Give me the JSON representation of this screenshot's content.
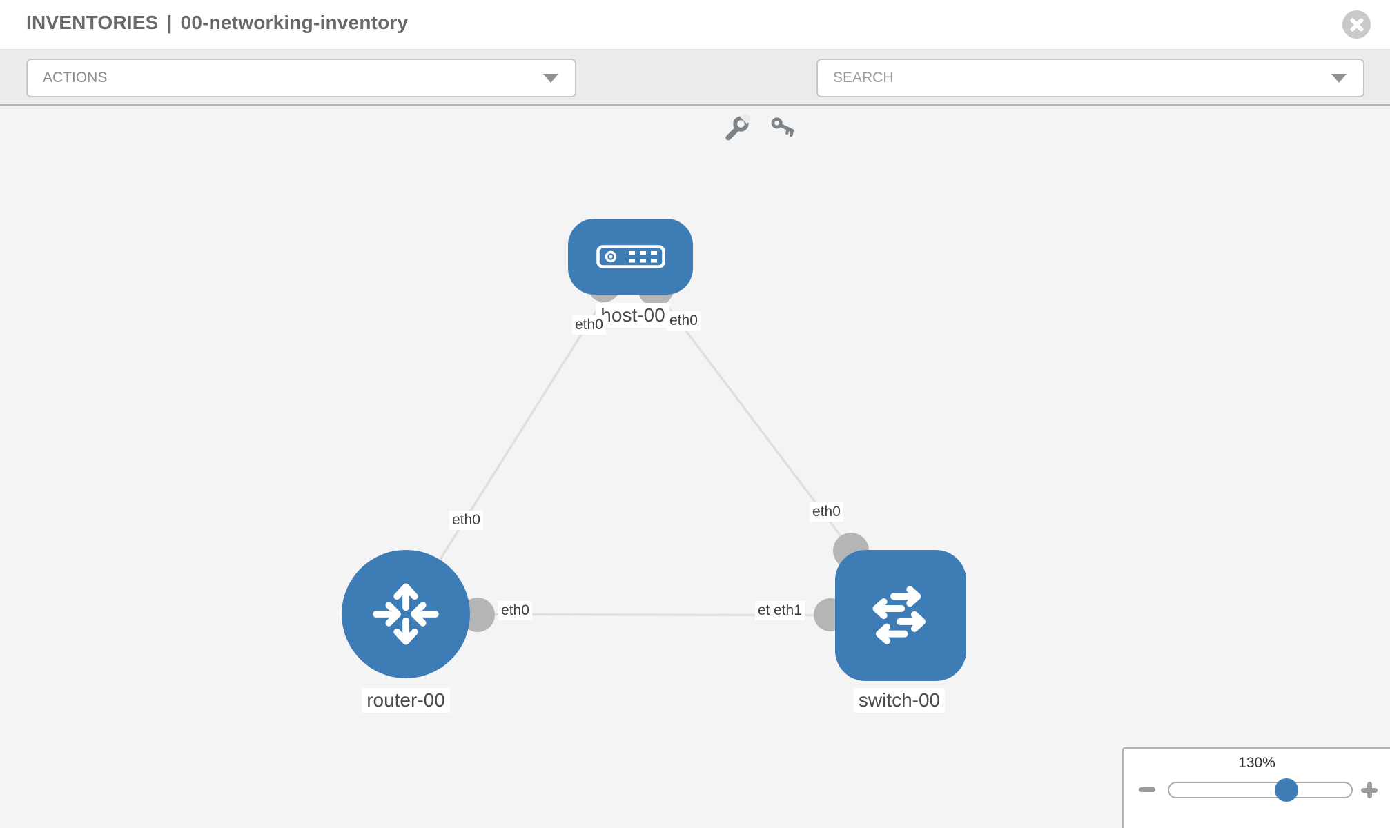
{
  "header": {
    "section": "INVENTORIES",
    "separator": "|",
    "inventory_name": "00-networking-inventory",
    "close_icon": "x-circle"
  },
  "toolbar": {
    "actions_label": "ACTIONS",
    "search_placeholder": "SEARCH",
    "actions_caret_icon": "caret-down",
    "search_caret_icon": "caret-down",
    "wrench_icon": "wrench",
    "key_icon": "key"
  },
  "topology": {
    "nodes": [
      {
        "id": "host-00",
        "label": "host-00",
        "type": "host",
        "shape": "rounded-rect"
      },
      {
        "id": "router-00",
        "label": "router-00",
        "type": "router",
        "shape": "circle"
      },
      {
        "id": "switch-00",
        "label": "switch-00",
        "type": "switch",
        "shape": "rounded-square"
      }
    ],
    "links": [
      {
        "from": "host-00",
        "from_port": "eth0",
        "to": "router-00",
        "to_port": "eth0"
      },
      {
        "from": "host-00",
        "from_port": "eth0",
        "to": "switch-00",
        "to_port": "eth0"
      },
      {
        "from": "router-00",
        "from_port": "eth0",
        "to": "switch-00",
        "to_port": "eth1"
      }
    ],
    "port_labels": {
      "hr_host": "eth0",
      "hr_router": "eth0",
      "hs_host": "eth0",
      "hs_switch": "eth0",
      "rs_router": "eth0",
      "rs_switch_under": "eth0",
      "rs_switch": "eth1"
    }
  },
  "zoom_control": {
    "level": "130%",
    "minus_icon": "minus",
    "plus_icon": "plus"
  },
  "colors": {
    "node_blue": "#3d7cb5",
    "link_gray": "#dfdfdf",
    "port_gray": "#b5b5b5",
    "toolbar_bg": "#ebebeb",
    "canvas_bg": "#f4f4f4",
    "icon_gray": "#7b8288"
  }
}
